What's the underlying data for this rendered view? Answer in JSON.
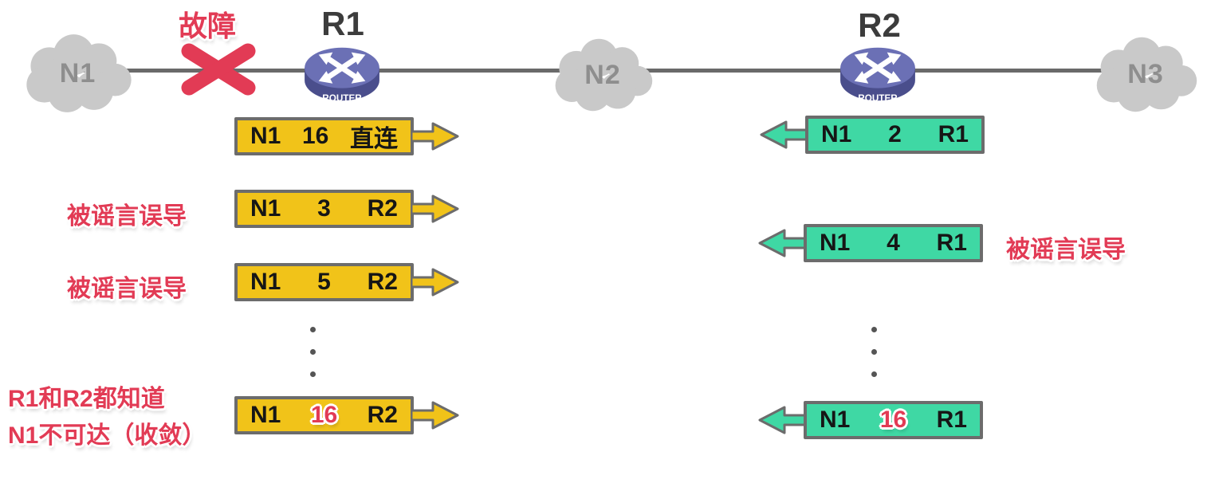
{
  "palette": {
    "update_yellow": "#f1c319",
    "update_green": "#3fd8a4",
    "border_gray": "#6c6c6c",
    "line_gray": "#6a6a6a",
    "cloud_gray": "#c9c9c9",
    "cloud_text_gray": "#8e8e8e",
    "annotation_red": "#e23b55",
    "router_body_top": "#6b70b5",
    "router_body_side": "#4a4e8c"
  },
  "topology": {
    "clouds": [
      {
        "label": "N1"
      },
      {
        "label": "N2"
      },
      {
        "label": "N3"
      }
    ],
    "routers": [
      {
        "name": "R1",
        "caption": "ROUTER"
      },
      {
        "name": "R2",
        "caption": "ROUTER"
      }
    ],
    "failure_label": "故障"
  },
  "r1_updates": {
    "direction": "right",
    "rows": [
      {
        "dest": "N1",
        "metric": "16",
        "next_hop": "直连",
        "metric_highlight": false,
        "annotation": ""
      },
      {
        "dest": "N1",
        "metric": "3",
        "next_hop": "R2",
        "metric_highlight": false,
        "annotation": "被谣言误导"
      },
      {
        "dest": "N1",
        "metric": "5",
        "next_hop": "R2",
        "metric_highlight": false,
        "annotation": "被谣言误导"
      },
      {
        "dest": "N1",
        "metric": "16",
        "next_hop": "R2",
        "metric_highlight": true,
        "annotation_line1": "R1和R2都知道",
        "annotation_line2": "N1不可达（收敛）"
      }
    ]
  },
  "r2_updates": {
    "direction": "left",
    "rows": [
      {
        "dest": "N1",
        "metric": "2",
        "next_hop": "R1",
        "metric_highlight": false,
        "annotation": ""
      },
      {
        "dest": "N1",
        "metric": "4",
        "next_hop": "R1",
        "metric_highlight": false,
        "annotation": "被谣言误导"
      },
      {
        "dest": "N1",
        "metric": "16",
        "next_hop": "R1",
        "metric_highlight": true,
        "annotation": ""
      }
    ]
  }
}
